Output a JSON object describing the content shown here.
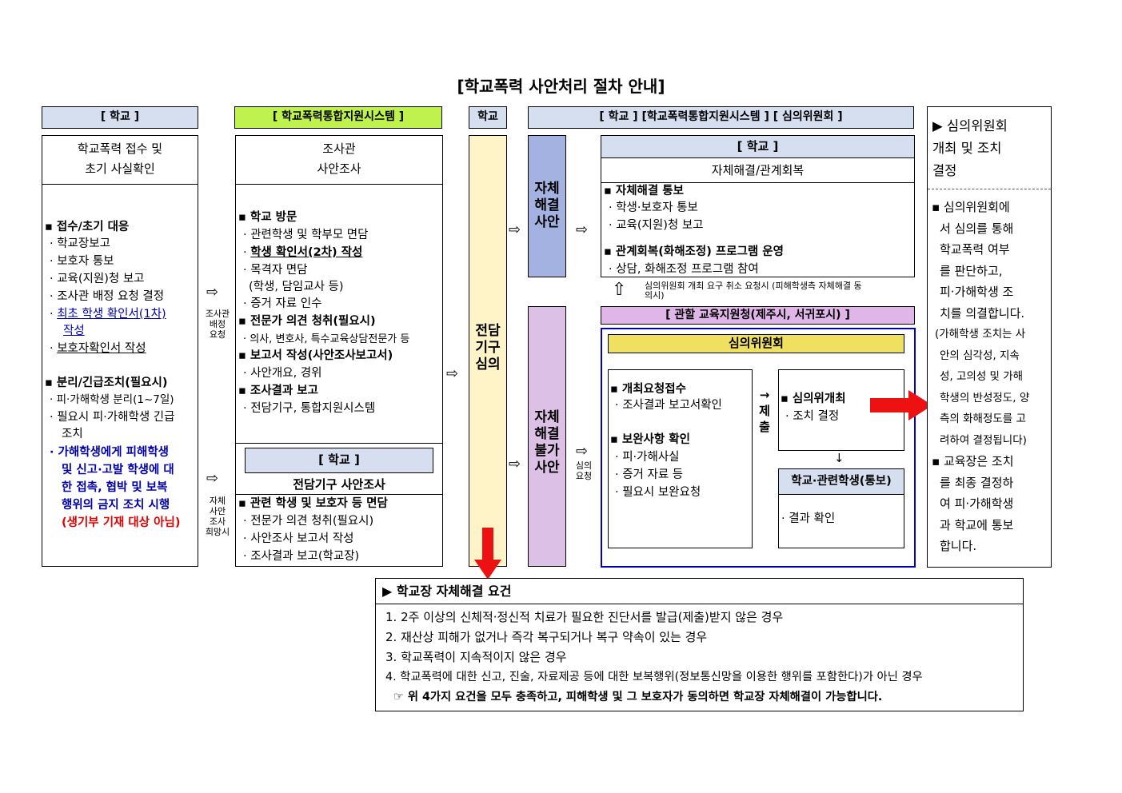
{
  "title": "[학교폭력 사안처리 절차 안내]",
  "colors": {
    "blue_header": "#d6dff0",
    "green_header": "#bff24c",
    "yellow_col": "#fff4c8",
    "blue_col": "#a3b2e0",
    "purple_col": "#dcc0e6",
    "purple_bar": "#e0b5e8",
    "gold_bar": "#f0e060",
    "red_arrow": "#ee1111",
    "border_blue": "#0000bb",
    "navy_text": "#0000aa",
    "red_text": "#e00000"
  },
  "col1": {
    "header": "[ 학교 ]",
    "title1": "학교폭력 접수 및",
    "title2": "초기 사실확인",
    "s1_title": "▪ 접수/초기 대응",
    "s1_items": [
      "· 학교장보고",
      "· 보호자 통보",
      "· 교육(지원)청 보고",
      "· 조사관 배정 요청 결정"
    ],
    "s1_link1": "최초 학생 확인서(1차)",
    "s1_link2": "작성",
    "s1_guardian": "보호자확인서 작성",
    "s2_title": "▪ 분리/긴급조치(필요시)",
    "s2_items": [
      "· 피·가해학생 분리(1~7일)",
      "· 필요시 피·가해학생 긴급",
      "조치"
    ],
    "s2_blue": [
      "· 가해학생에게 피해학생",
      "및 신고·고발 학생에 대",
      "한 접촉, 협박 및 보복",
      "행위의 금지 조치 시행"
    ],
    "s2_red": "(생기부 기재 대상 아님)"
  },
  "conn1": {
    "upper": [
      "조사관",
      "배정",
      "요청"
    ],
    "lower": [
      "자체",
      "사안",
      "조사",
      "희망시"
    ]
  },
  "col2": {
    "header": "[ 학교폭력통합지원시스템 ]",
    "title1": "조사관",
    "title2": "사안조사",
    "s1_title": "▪ 학교 방문",
    "s1_items": [
      "· 관련학생 및 학부모 면담"
    ],
    "s1_ul": "학생 확인서(2차) 작성",
    "s1_items2": [
      "· 목격자 면담",
      "(학생, 담임교사 등)",
      "· 증거 자료 인수"
    ],
    "s2_title": "▪ 전문가 의견 청취(필요시)",
    "s2_item": "· 의사, 변호사, 특수교육상담전문가 등",
    "s3_title": "▪ 보고서 작성(사안조사보고서)",
    "s3_item": "· 사안개요, 경위",
    "s4_title": "▪ 조사결과 보고",
    "s4_item": "· 전담기구, 통합지원시스템",
    "sub_header": "[ 학교 ]",
    "sub_title": "전담기구 사안조사",
    "sub_items": [
      "▪ 관련 학생 및 보호자 등 면담",
      "· 전문가 의견 청취(필요시)",
      "· 사안조사 보고서 작성",
      "· 조사결과 보고(학교장)"
    ]
  },
  "col3": {
    "header": "학교",
    "label": [
      "전담",
      "기구",
      "심의"
    ]
  },
  "col4": {
    "header": "[ 학교 ] [학교폭력통합지원시스템 ] [ 심의위원회 ]",
    "upper_label": [
      "자체",
      "해결",
      "사안"
    ],
    "lower_label": [
      "자체",
      "해결",
      "불가",
      "사안"
    ],
    "conn_lower": [
      "심의",
      "요청"
    ],
    "resolve": {
      "header": "[ 학교 ]",
      "title": "자체해결/관계회복",
      "s1_title": "▪ 자체해결 통보",
      "s1_items": [
        "· 학생·보호자 통보",
        "· 교육(지원)청 보고"
      ],
      "s2_title": "▪ 관계회복(화해조정) 프로그램 운영",
      "s2_item": "· 상담, 화해조정 프로그램 참여"
    },
    "cancel_note1": "심의위원회 개최 요구 취소 요청시 (피해학생측 자체해결 동",
    "cancel_note2": "의시)",
    "office_bar": "[ 관할 교육지원청(제주시, 서귀포시) ]",
    "committee_bar": "심의위원회",
    "req": {
      "s1_title": "▪ 개최요청접수",
      "s1_item": "· 조사결과 보고서확인",
      "s2_title": "▪ 보완사항 확인",
      "s2_items": [
        "· 피·가해사실",
        "· 증거 자료 등",
        "· 필요시 보완요청"
      ]
    },
    "submit": [
      "→",
      "제",
      "출"
    ],
    "meeting": {
      "title": "▪ 심의위개최",
      "item": "· 조치 결정"
    },
    "notify": {
      "title": "학교·관련학생(통보)",
      "item": "· 결과 확인"
    }
  },
  "col5": {
    "title": [
      "▶   심의위원회",
      "개최   및   조치",
      "결정"
    ],
    "body": [
      "▪   심의위원회에",
      "서 심의를 통해",
      "학교폭력  여부",
      "를   판단하고,",
      "피·가해학생 조",
      "치를 의결합니다.",
      "(가해학생 조치는 사",
      "안의 심각성, 지속",
      "성, 고의성 및 가해",
      "학생의 반성정도, 양",
      "측의 화해정도를 고",
      "려하여 결정됩니다)",
      "▪ 교육장은 조치",
      "를 최종 결정하",
      "여 피·가해학생",
      "과 학교에 통보",
      "합니다."
    ]
  },
  "req_box": {
    "title": "▶ 학교장 자체해결 요건",
    "items": [
      "1. 2주 이상의 신체적·정신적 치료가 필요한 진단서를 발급(제출)받지 않은 경우",
      "2. 재산상 피해가 없거나 즉각 복구되거나 복구 약속이 있는 경우",
      "3. 학교폭력이 지속적이지 않은 경우",
      "4. 학교폭력에 대한 신고, 진술, 자료제공 등에 대한 보복행위(정보통신망을 이용한 행위를 포함한다)가 아닌 경우"
    ],
    "note_icon": "☞",
    "note": "위 4가지 요건을 모두 충족하고, 피해학생 및 그 보호자가 동의하면 학교장 자체해결이 가능합니다."
  }
}
